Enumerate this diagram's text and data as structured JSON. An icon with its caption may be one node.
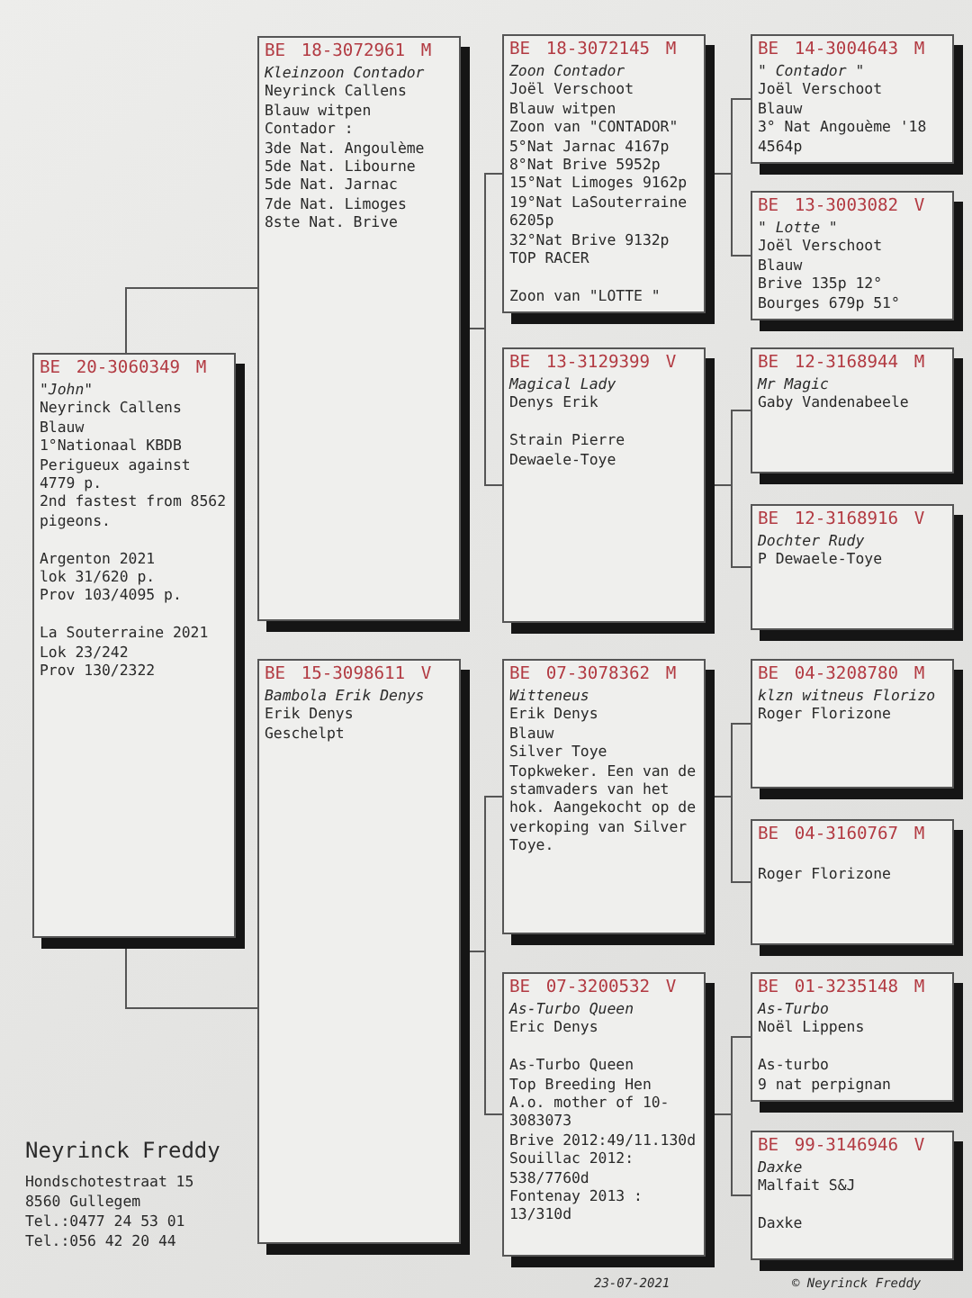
{
  "diagram": {
    "nodes": [
      {
        "text": [
          "BE 20-3060349 M",
          "\"John\"",
          "Neyrinck Callens",
          "Blauw",
          "1°Nationaal KBDB Perigueux against 4779 p.",
          "2nd fastest from 8562 pigeons.",
          "Argenton 2021",
          "lok 31/620 p.",
          "Prov 103/4095 p.",
          "La Souterraine 2021",
          "Lok 23/242",
          "Prov 130/2322"
        ]
      },
      {
        "text": [
          "BE 18-3072961 M",
          "Kleinzoon Contador",
          "Neyrinck Callens",
          "Blauw witpen",
          "Contador :",
          "3de Nat. Angoulème",
          "5de Nat. Libourne",
          "5de Nat. Jarnac",
          "7de Nat. Limoges",
          "8ste Nat. Brive"
        ]
      },
      {
        "text": [
          "BE 15-3098611 V",
          "Bambola Erik Denys",
          "Erik Denys",
          "Geschelpt"
        ]
      },
      {
        "text": [
          "BE 18-3072145 M",
          "Zoon Contador",
          "Joël Verschoot",
          "Blauw witpen",
          "Zoon van \"CONTADOR\"",
          "5°Nat Jarnac 4167p",
          "8°Nat Brive 5952p",
          "15°Nat Limoges 9162p",
          "19°Nat LaSouterraine 6205p",
          "32°Nat Brive 9132p",
          "TOP RACER",
          "Zoon van \"LOTTE \""
        ]
      },
      {
        "text": [
          "BE 13-3129399 V",
          "Magical Lady",
          "Denys Erik",
          "Strain Pierre Dewaele-Toye"
        ]
      },
      {
        "text": [
          "BE 07-3078362 M",
          "Witteneus",
          "Erik Denys",
          "Blauw",
          "Silver Toye",
          "Topkweker. Een van de stamvaders van het hok. Aangekocht op de verkoping van Silver Toye."
        ]
      },
      {
        "text": [
          "BE 07-3200532 V",
          "As-Turbo Queen",
          "Eric Denys",
          "As-Turbo Queen",
          "Top Breeding Hen",
          "A.o. mother of 10-3083073",
          "Brive 2012:49/11.130d",
          "Souillac 2012: 538/7760d",
          "Fontenay 2013 : 13/310d"
        ]
      },
      {
        "text": [
          "BE 14-3004643 M",
          "\" Contador \"",
          "Joël Verschoot",
          "Blauw",
          "3° Nat Angouème '18 4564p"
        ]
      },
      {
        "text": [
          "BE 13-3003082 V",
          "\" Lotte \"",
          "Joël Verschoot",
          "Blauw",
          "Brive 135p 12°",
          "Bourges 679p 51°"
        ]
      },
      {
        "text": [
          "BE 12-3168944 M",
          "Mr Magic",
          "Gaby Vandenabeele"
        ]
      },
      {
        "text": [
          "BE 12-3168916 V",
          "Dochter Rudy",
          "P Dewaele-Toye"
        ]
      },
      {
        "text": [
          "BE 04-3208780 M",
          "klzn witneus Florizo",
          "Roger Florizone"
        ]
      },
      {
        "text": [
          "BE 04-3160767 M",
          "Roger Florizone"
        ]
      },
      {
        "text": [
          "BE 01-3235148 M",
          "As-Turbo",
          "Noël Lippens",
          "As-turbo",
          "9 nat perpignan"
        ]
      },
      {
        "text": [
          "BE 99-3146946 V",
          "Daxke",
          "Malfait S&J",
          "Daxke"
        ]
      }
    ],
    "edges": [
      {
        "from": 0,
        "to": 1,
        "arrow": "none"
      },
      {
        "from": 0,
        "to": 2,
        "arrow": "none"
      },
      {
        "from": 1,
        "to": 3,
        "arrow": "none"
      },
      {
        "from": 1,
        "to": 4,
        "arrow": "none"
      },
      {
        "from": 2,
        "to": 5,
        "arrow": "none"
      },
      {
        "from": 2,
        "to": 6,
        "arrow": "none"
      },
      {
        "from": 3,
        "to": 7,
        "arrow": "none"
      },
      {
        "from": 3,
        "to": 8,
        "arrow": "none"
      },
      {
        "from": 4,
        "to": 9,
        "arrow": "none"
      },
      {
        "from": 4,
        "to": 10,
        "arrow": "none"
      },
      {
        "from": 5,
        "to": 11,
        "arrow": "none"
      },
      {
        "from": 5,
        "to": 12,
        "arrow": "none"
      },
      {
        "from": 6,
        "to": 13,
        "arrow": "none"
      },
      {
        "from": 6,
        "to": 14,
        "arrow": "none"
      }
    ],
    "labels": [
      "Neyrinck Freddy",
      "Hondschotestraat 15",
      "8560 Gullegem",
      "Tel.:0477 24 53 01",
      "Tel.:056 42 20 44",
      "23-07-2021",
      "© Neyrinck Freddy"
    ]
  }
}
